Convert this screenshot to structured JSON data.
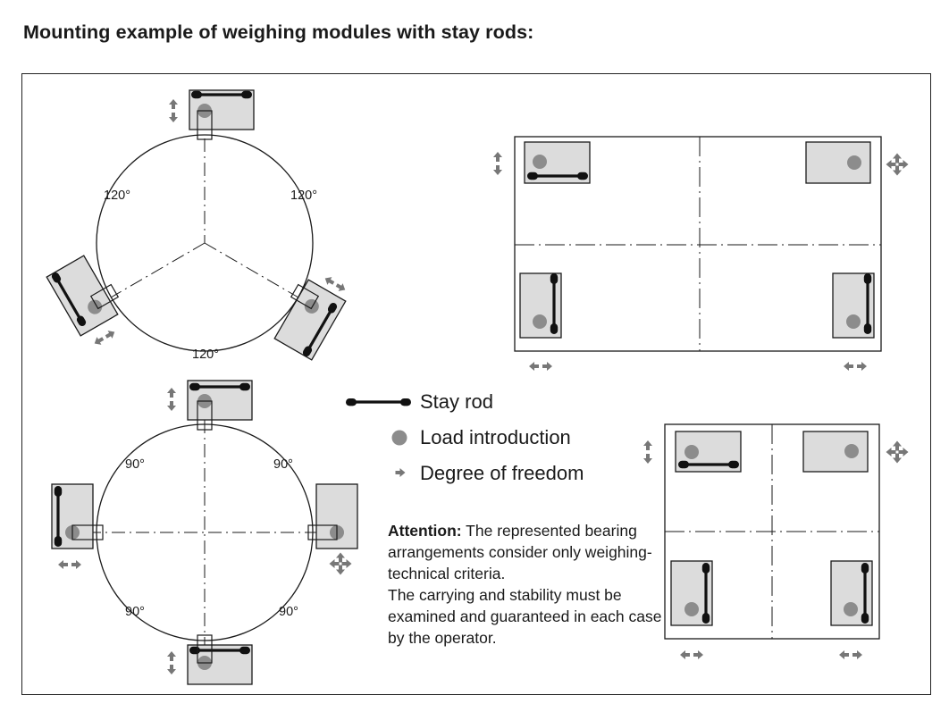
{
  "page": {
    "title": "Mounting example of weighing modules with stay rods:"
  },
  "diagram_three": {
    "angle_labels": [
      "120°",
      "120°",
      "120°"
    ]
  },
  "diagram_four_round": {
    "angle_labels": [
      "90°",
      "90°",
      "90°",
      "90°"
    ]
  },
  "legend": {
    "stay_rod": "Stay rod",
    "load_introduction": "Load introduction",
    "degree_of_freedom": "Degree of freedom"
  },
  "attention": {
    "heading": "Attention:",
    "line1": " The represented bearing arrangements consider only weighing-technical criteria.",
    "line2": "The carrying and stability must be examined and guaranteed in each case by the operator."
  },
  "colors": {
    "module_fill": "#dcdcdc",
    "load_point": "#8c8c8c",
    "arrow": "#777777",
    "stroke": "#1a1a1a"
  }
}
